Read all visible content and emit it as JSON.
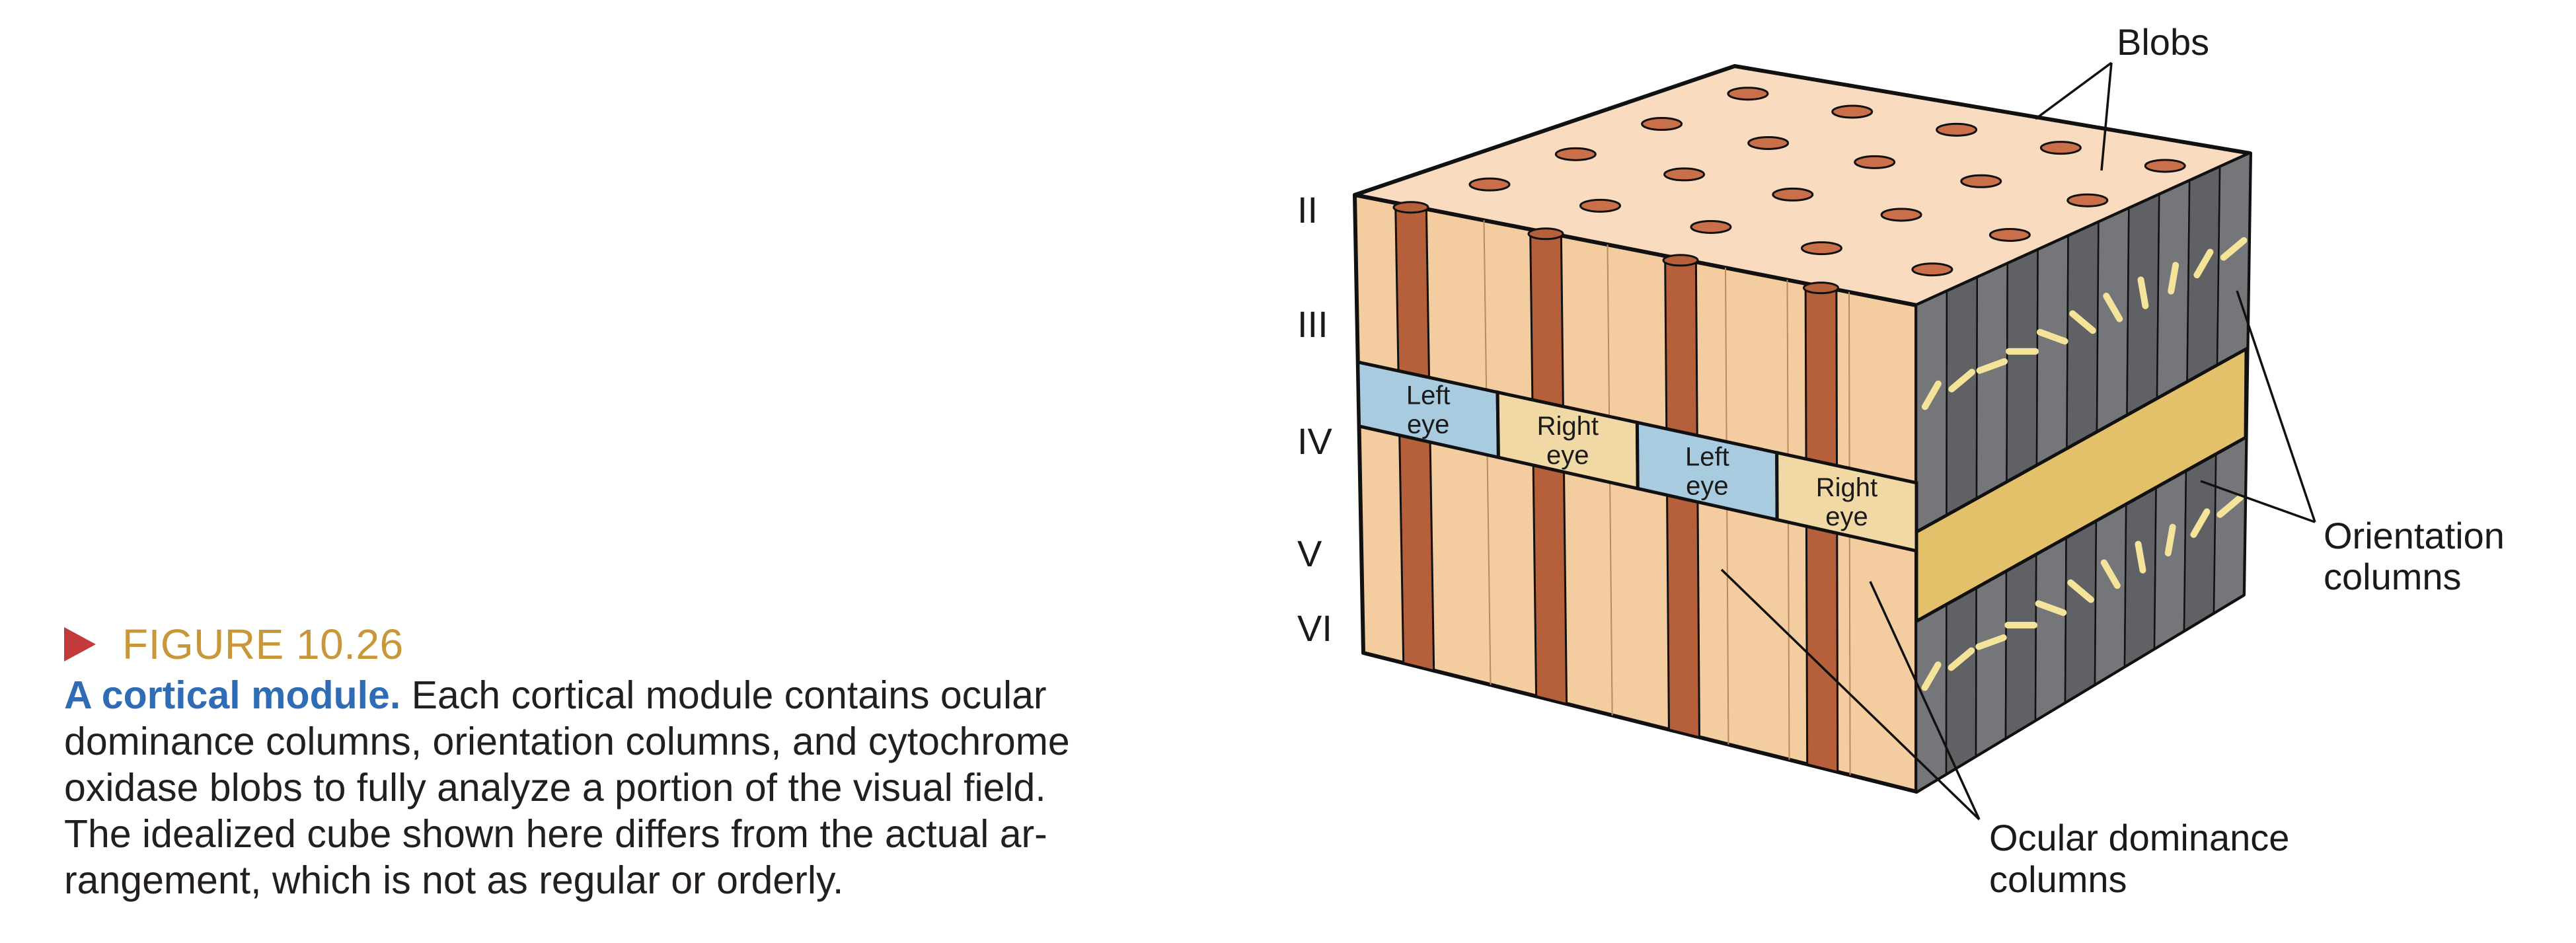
{
  "figure": {
    "number": "FIGURE 10.26",
    "lead": "A cortical module.",
    "caption_lines": [
      " Each cortical module contains ocular",
      "dominance columns, orientation columns, and cytochrome",
      "oxidase blobs to fully analyze a portion of the visual field.",
      "The idealized cube shown here differs from the actual ar-",
      "rangement, which is not as regular or orderly."
    ]
  },
  "diagram": {
    "layers": [
      "II",
      "III",
      "IV",
      "V",
      "VI"
    ],
    "ocular_bands": [
      {
        "line1": "Left",
        "line2": "eye",
        "eye": "left"
      },
      {
        "line1": "Right",
        "line2": "eye",
        "eye": "right"
      },
      {
        "line1": "Left",
        "line2": "eye",
        "eye": "left"
      },
      {
        "line1": "Right",
        "line2": "eye",
        "eye": "right"
      }
    ],
    "callouts": {
      "blobs": "Blobs",
      "orientation_line1": "Orientation",
      "orientation_line2": "columns",
      "ocular_line1": "Ocular dominance",
      "ocular_line2": "columns"
    },
    "colors": {
      "top_face": "#f9dcc0",
      "front_face": "#f3cda0",
      "blob_column": "#b5603a",
      "left_eye": "#a9cbe0",
      "right_eye": "#f1d9a6",
      "side_face": "#6b6d70",
      "side_band": "#e3c06a",
      "orientation_tick": "#f3e49a",
      "figure_triangle": "#c23a3a",
      "figure_number": "#c9963a",
      "caption_lead": "#2e6cb5"
    }
  }
}
